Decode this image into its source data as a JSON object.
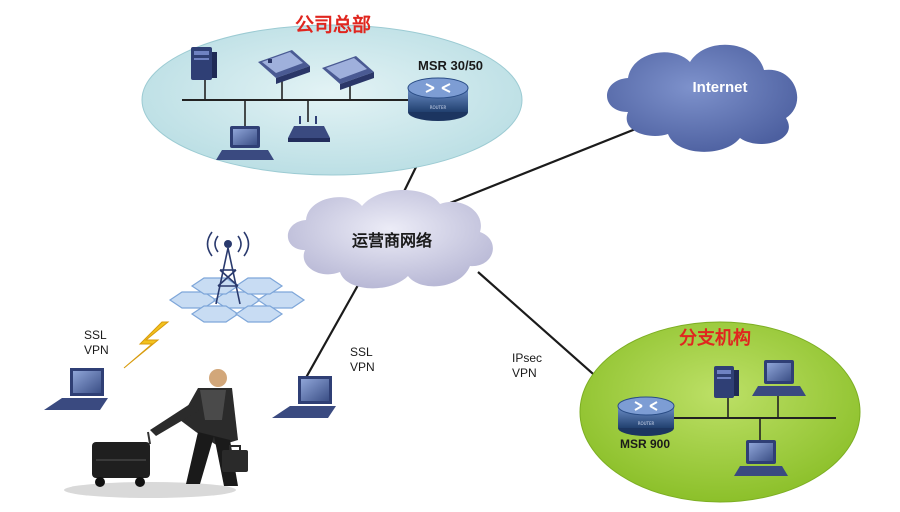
{
  "hq": {
    "title": "公司总部",
    "router_label": "MSR 30/50"
  },
  "internet": {
    "label": "Internet"
  },
  "carrier": {
    "label": "运营商网络"
  },
  "branch": {
    "title": "分支机构",
    "router_label": "MSR 900"
  },
  "links": {
    "mobile_ssl": [
      "SSL",
      "VPN"
    ],
    "laptop_ssl": [
      "SSL",
      "VPN"
    ],
    "branch_ipsec": [
      "IPsec",
      "VPN"
    ]
  },
  "colors": {
    "hq_zone": "#c9e6ea",
    "branch_zone": "#a4d23c",
    "internet_cloud": "#5f74b4",
    "carrier_cloud": "#d3d3e8",
    "title_red": "#e0261f",
    "router_blue": "#2a4d86"
  }
}
